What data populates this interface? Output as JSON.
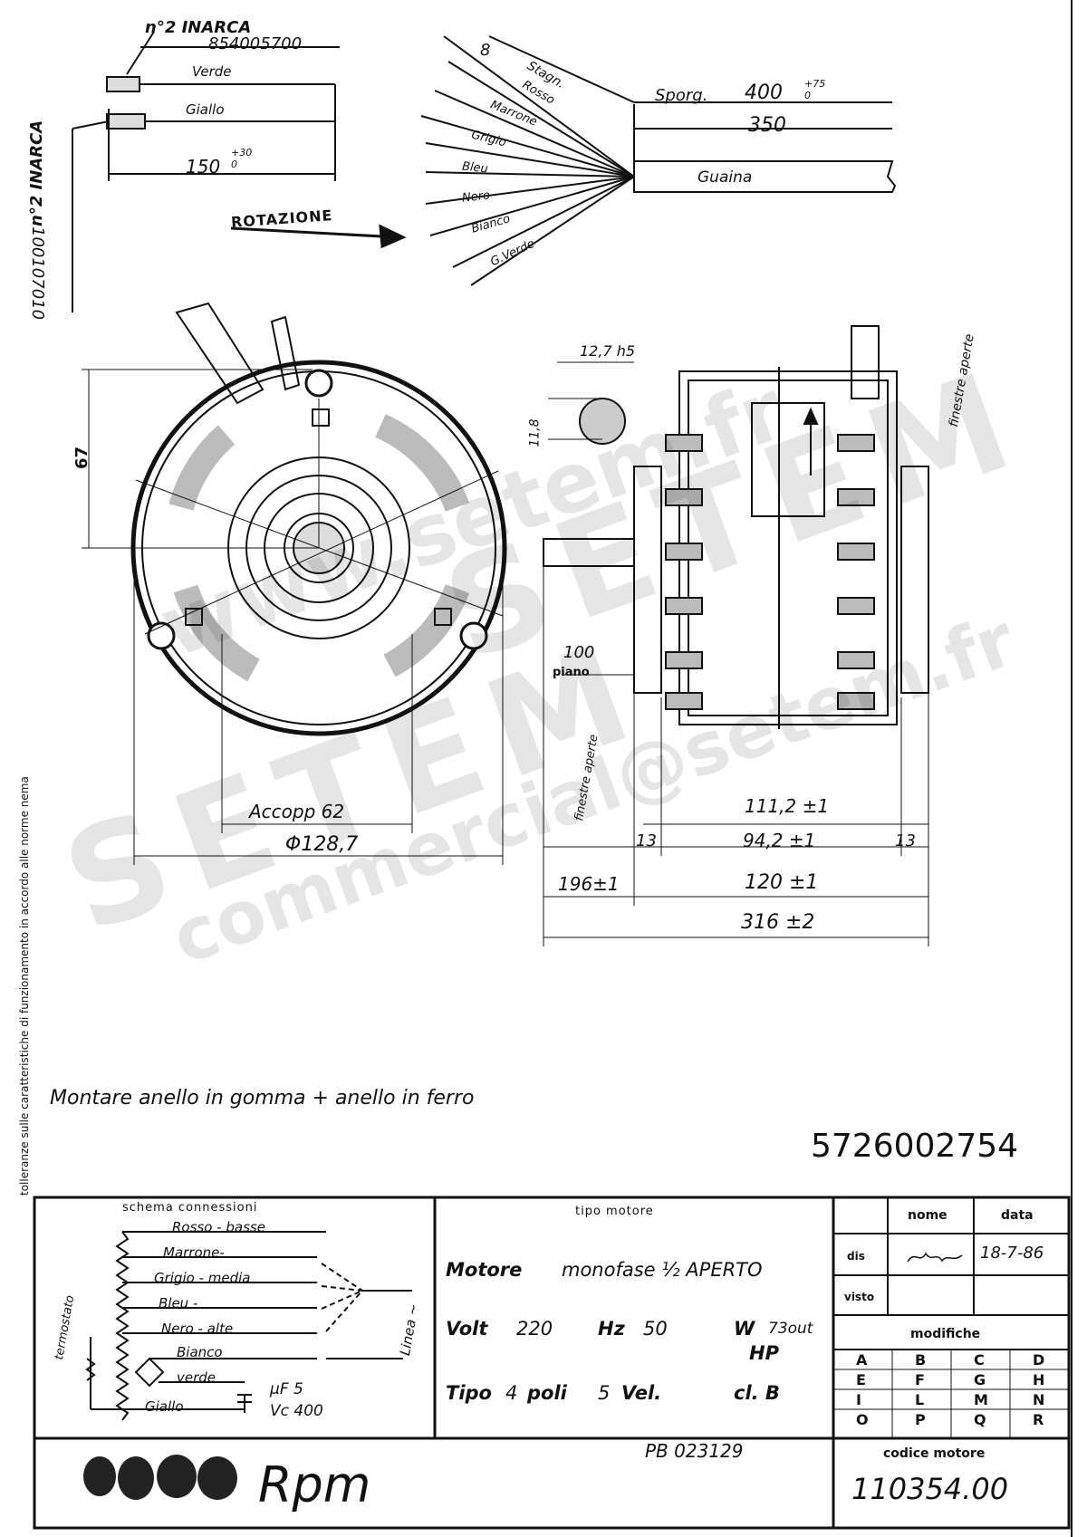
{
  "top_left": {
    "connector_label_1": "n°2 INARCA",
    "connector_code_1": "854005700",
    "wire_verde": "Verde",
    "wire_giallo": "Giallo",
    "length": "150",
    "length_tol": "+30 0",
    "connector_label_2": "n°2 INARCA",
    "connector_code_2": "100107010",
    "rotation": "ROTAZIONE"
  },
  "top_right": {
    "dim_8": "8",
    "stagn": "Stagn.",
    "sporg": "Sporg.",
    "sporg_value": "400",
    "sporg_tol": "+75 0",
    "len_350": "350",
    "guaina": "Guaina",
    "wires": [
      "Rosso",
      "Marrone",
      "Grigio",
      "Bleu",
      "Nero",
      "Bianco",
      "G.Verde"
    ]
  },
  "front_view": {
    "dim_67": "67",
    "accopp": "Accopp 62",
    "diameter": "Φ128,7"
  },
  "side_view": {
    "shaft_dia": "12,7 h5",
    "shaft_flat": "11,8",
    "finestre_top": "finestre aperte",
    "finestre_left": "finestre aperte",
    "plane": "100",
    "plane_label": "piano",
    "d_111": "111,2 ±1",
    "d_13a": "13",
    "d_94": "94,2 ±1",
    "d_13b": "13",
    "d_196": "196±1",
    "d_120": "120 ±1",
    "d_316": "316 ±2"
  },
  "side_note": "tolleranze sulle caratteristiche di funzionamento in accordo alle norme nema",
  "note": "Montare anello in gomma + anello in ferro",
  "part_number": "5726002754",
  "watermark": {
    "url": "www.setem.fr",
    "brand": "SETEM",
    "email": "commercial@setem.fr"
  },
  "schema": {
    "title": "schema connessioni",
    "rows": [
      "Rosso - basse",
      "Marrone-",
      "Grigio - media",
      "Bleu -",
      "Nero - alte",
      "Bianco",
      "verde",
      "Giallo"
    ],
    "termostato": "termostato",
    "linea": "Linea ~",
    "capacitor_uf": "µF 5",
    "capacitor_vc": "Vc 400"
  },
  "motor": {
    "header": "tipo motore",
    "line1_a": "Motore",
    "line1_b": "monofase ½ APERTO",
    "volt_label": "Volt",
    "volt": "220",
    "hz_label": "Hz",
    "hz": "50",
    "w_label": "W",
    "w": "73out",
    "hp": "HP",
    "tipo_label": "Tipo",
    "poli_n": "4",
    "poli_label": "poli",
    "vel_n": "5",
    "vel_label": "Vel.",
    "cl": "cl. B"
  },
  "signoff": {
    "nome": "nome",
    "data": "data",
    "dis": "dis",
    "dis_date": "18-7-86",
    "visto": "visto",
    "modifiche": "modifiche",
    "letters": [
      [
        "A",
        "B",
        "C",
        "D"
      ],
      [
        "E",
        "F",
        "G",
        "H"
      ],
      [
        "I",
        "L",
        "M",
        "N"
      ],
      [
        "O",
        "P",
        "Q",
        "R"
      ]
    ]
  },
  "footer": {
    "logo": "Rpm",
    "pb": "PB 023129",
    "codice_label": "codice motore",
    "codice": "110354.00"
  }
}
